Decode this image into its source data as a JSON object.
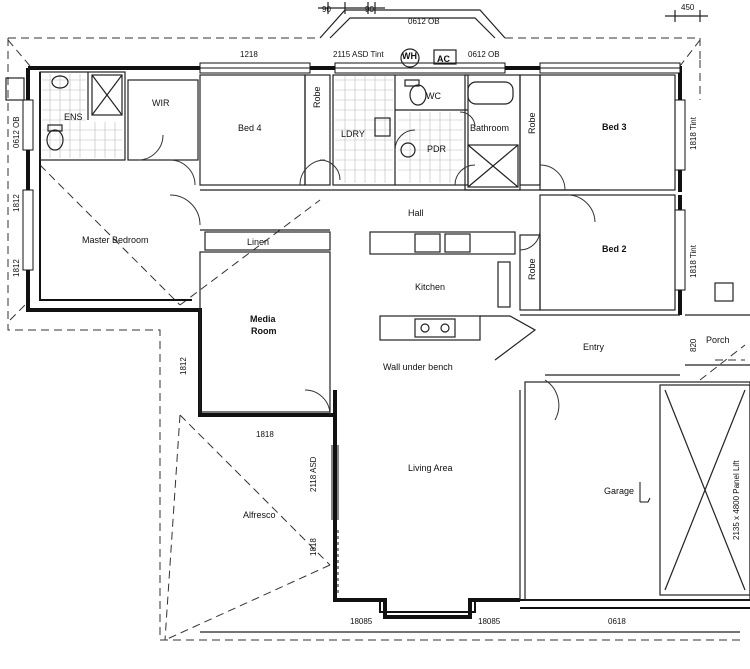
{
  "plan": {
    "rooms": {
      "ens": "ENS",
      "wir": "WIR",
      "bed4": "Bed 4",
      "robe_bed4": "Robe",
      "ldry": "LDRY",
      "wc": "WC",
      "pdr": "PDR",
      "bathroom": "Bathroom",
      "robe_bed3": "Robe",
      "bed3": "Bed 3",
      "master": "Master Bedroom",
      "hall": "Hall",
      "linen": "Linen",
      "kitchen": "Kitchen",
      "robe_bed2": "Robe",
      "bed2": "Bed 2",
      "media_line1": "Media",
      "media_line2": "Room",
      "entry": "Entry",
      "porch": "Porch",
      "wall_under_bench": "Wall under bench",
      "living": "Living Area",
      "garage": "Garage",
      "alfresco": "Alfresco",
      "wh": "WH",
      "ac": "AC"
    },
    "dimensions": {
      "top_90_a": "90",
      "top_90_b": "90",
      "top_0612_ob": "0612 OB",
      "top_450": "450",
      "d1218": "1218",
      "d2115_asd_tint": "2115 ASD Tint",
      "d0612_ob_right": "0612 OB",
      "d0612_ob_left": "0612 OB",
      "d1812_a": "1812",
      "d1812_b": "1812",
      "d1818_tint_bed3": "1818 Tint",
      "d1818_tint_bed2": "1818 Tint",
      "d820": "820",
      "d1812_media": "1812",
      "d1818_alf": "1818",
      "d2118_asd": "2118 ASD",
      "d1818_alf_side": "1818",
      "d18085_left": "18085",
      "d18085_right": "18085",
      "d0618": "0618",
      "garage_door": "2135 x 4800 Panel Lift"
    }
  }
}
